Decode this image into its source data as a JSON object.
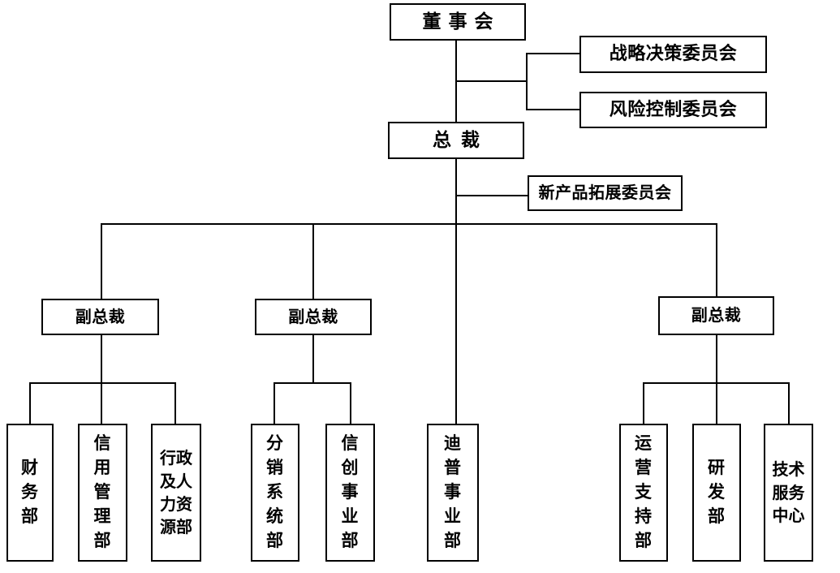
{
  "diagram": {
    "type": "org-chart",
    "title": "",
    "orientation": "top-down",
    "line_color": "#000000",
    "box_border_color": "#000000",
    "background_color": "#ffffff"
  },
  "nodes": {
    "board": {
      "label": "董事会",
      "level": 1
    },
    "committee_strategy": {
      "label": "战略决策委员会",
      "level": 2
    },
    "committee_risk": {
      "label": "风险控制委员会",
      "level": 2
    },
    "president": {
      "label": "总裁",
      "level": 2
    },
    "committee_new_product": {
      "label": "新产品拓展委员会",
      "level": 3
    },
    "vp_left": {
      "label": "副总裁",
      "level": 3
    },
    "vp_middle": {
      "label": "副总裁",
      "level": 3
    },
    "vp_right": {
      "label": "副总裁",
      "level": 3
    },
    "dept_finance": {
      "label": "财\n务\n部",
      "level": 4
    },
    "dept_credit": {
      "label": "信\n用\n管\n理\n部",
      "level": 4
    },
    "dept_admin_hr": {
      "label": "行政\n及人\n力资\n源部",
      "level": 4
    },
    "dept_distribution": {
      "label": "分\n销\n系\n统\n部",
      "level": 4
    },
    "dept_xinchuang": {
      "label": "信\n创\n事\n业\n部",
      "level": 4
    },
    "dept_dptech": {
      "label": "迪\n普\n事\n业\n部",
      "level": 4
    },
    "dept_operations": {
      "label": "运\n营\n支\n持\n部",
      "level": 4
    },
    "dept_rd": {
      "label": "研\n发\n部",
      "level": 4
    },
    "dept_tech_service": {
      "label": "技术\n服务\n中心",
      "level": 4
    }
  },
  "edges": [
    {
      "from": "board",
      "to": "president"
    },
    {
      "from": "board",
      "to": "committee_strategy"
    },
    {
      "from": "board",
      "to": "committee_risk"
    },
    {
      "from": "president",
      "to": "committee_new_product"
    },
    {
      "from": "president",
      "to": "vp_left"
    },
    {
      "from": "president",
      "to": "vp_middle"
    },
    {
      "from": "president",
      "to": "vp_right"
    },
    {
      "from": "president",
      "to": "dept_dptech"
    },
    {
      "from": "vp_left",
      "to": "dept_finance"
    },
    {
      "from": "vp_left",
      "to": "dept_credit"
    },
    {
      "from": "vp_left",
      "to": "dept_admin_hr"
    },
    {
      "from": "vp_middle",
      "to": "dept_distribution"
    },
    {
      "from": "vp_middle",
      "to": "dept_xinchuang"
    },
    {
      "from": "vp_right",
      "to": "dept_operations"
    },
    {
      "from": "vp_right",
      "to": "dept_rd"
    },
    {
      "from": "vp_right",
      "to": "dept_tech_service"
    }
  ]
}
